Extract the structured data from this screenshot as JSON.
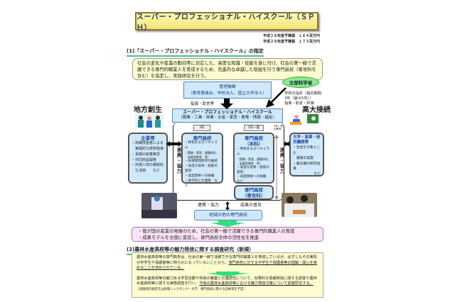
{
  "title": "スーパー・プロフェッショナル・ハイスクール（ＳＰＨ）",
  "budget": [
    "平成２８年度予算額　１６４百万円",
    "平成２９年度予算額　１７３百万円"
  ],
  "section1": {
    "heading": "(1)「スーパー・プロフェッショナル・ハイスクール」の指定",
    "intro": "社会の変化や産業の動向等に対応した、高度な知識・技能を身に付け、社会の第一線で活躍できる専門的職業人を育成するため、先進的な卓越した取組を行う専門高校（専攻科を含む）を指定し、実践研究を行う。"
  },
  "monka": "文部科学省",
  "monka_note": [
    "学校の指定（指定期間",
    "3年（最大5年））",
    "指導・助言・評価"
  ],
  "kanri": {
    "title": "管理機関",
    "detail": "（教育委員会、学校法人、国立大学法人）"
  },
  "guidance": "指導・助言等",
  "chiho": "地方創生",
  "kodai": "高大接続",
  "sph": {
    "title": "スーパー・プロフェッショナル・ハイスクール",
    "fields": "（農業・工業・商業・水産・家庭・看護・情報・福祉）"
  },
  "kigyo": {
    "title": "企業等",
    "items": [
      "・熟練技能者による",
      "　実践的な技術指導",
      "・長期の就業実習",
      "・共同商品開発",
      "・外部人材の積極的",
      "　な活用　　など"
    ]
  },
  "school3": {
    "tag": "3年",
    "title": "専門高校",
    "items": [
      "・特色あるカリキュラム",
      "（実験・実習、課題研究、",
      "　起業家教育　等）",
      "・技術開発研究の推進",
      "・高度な技術・技能の習得",
      "・高度資格への挑戦",
      "・他学科との連携　など"
    ]
  },
  "school5": {
    "tag": "5年一貫",
    "side": "5年一貫の教育",
    "title": "専門高校",
    "sub": "（本科）",
    "items": [
      "・特色あるカリキュラム",
      "（実験・実習、課題研究、",
      "　起業家教育　等）",
      "・高度な技術・技能の習得",
      "・高度資格への挑戦　など"
    ]
  },
  "senkou": {
    "title": "専門高校",
    "sub": "（専攻科）"
  },
  "renkei": "連携・協力",
  "univ": {
    "title": "大学・高専・研究機関等",
    "items": [
      "・生徒を対象とした",
      "　講座の実施",
      "・最先端の研究指導",
      "など"
    ]
  },
  "bottom_renkei": "連携・協力",
  "seika": "成果の普及",
  "chiiki": "地域の他の専門高校",
  "outcomes": [
    "・我が国の産業の発展のため、社会の第一線で活躍できる専門的職業人の育成",
    "・成果モデルを全国に普及し、専門高校全体の活性化を推進"
  ],
  "section2": {
    "heading": "(2)農林水産高校等の魅力発信に関する調査研究（新規）",
    "p1a": "農林水産高校等の専門高校は、社会の第一線で活躍できる専門的職業人を育成しているが、必ずしもその実情が中学生や保護者等に明らかになっていないことから、",
    "p1b": "専門高校に対する中学生や保護者等の理解・関心を高めることが求められている。",
    "p2a": "農林水産高校等の魅力ある学習活動や将来の職業との連続性について、効果的な情報発信に関する調査や農林水産高校等に関する実態調査を行い、",
    "p2b": "今後の農林水産高校等における魅力発信方策について調査研究する。",
    "p2c": "（調査研究委託先は民間シンクタンク・大学、専門高校に関する団体等を予定）"
  },
  "colors": {
    "title_bg": "#f7eb8a",
    "box_blue": "#cfe9fb",
    "pink": "#fde3f5",
    "green": "#8ee88e",
    "cream": "#fdfccf"
  }
}
